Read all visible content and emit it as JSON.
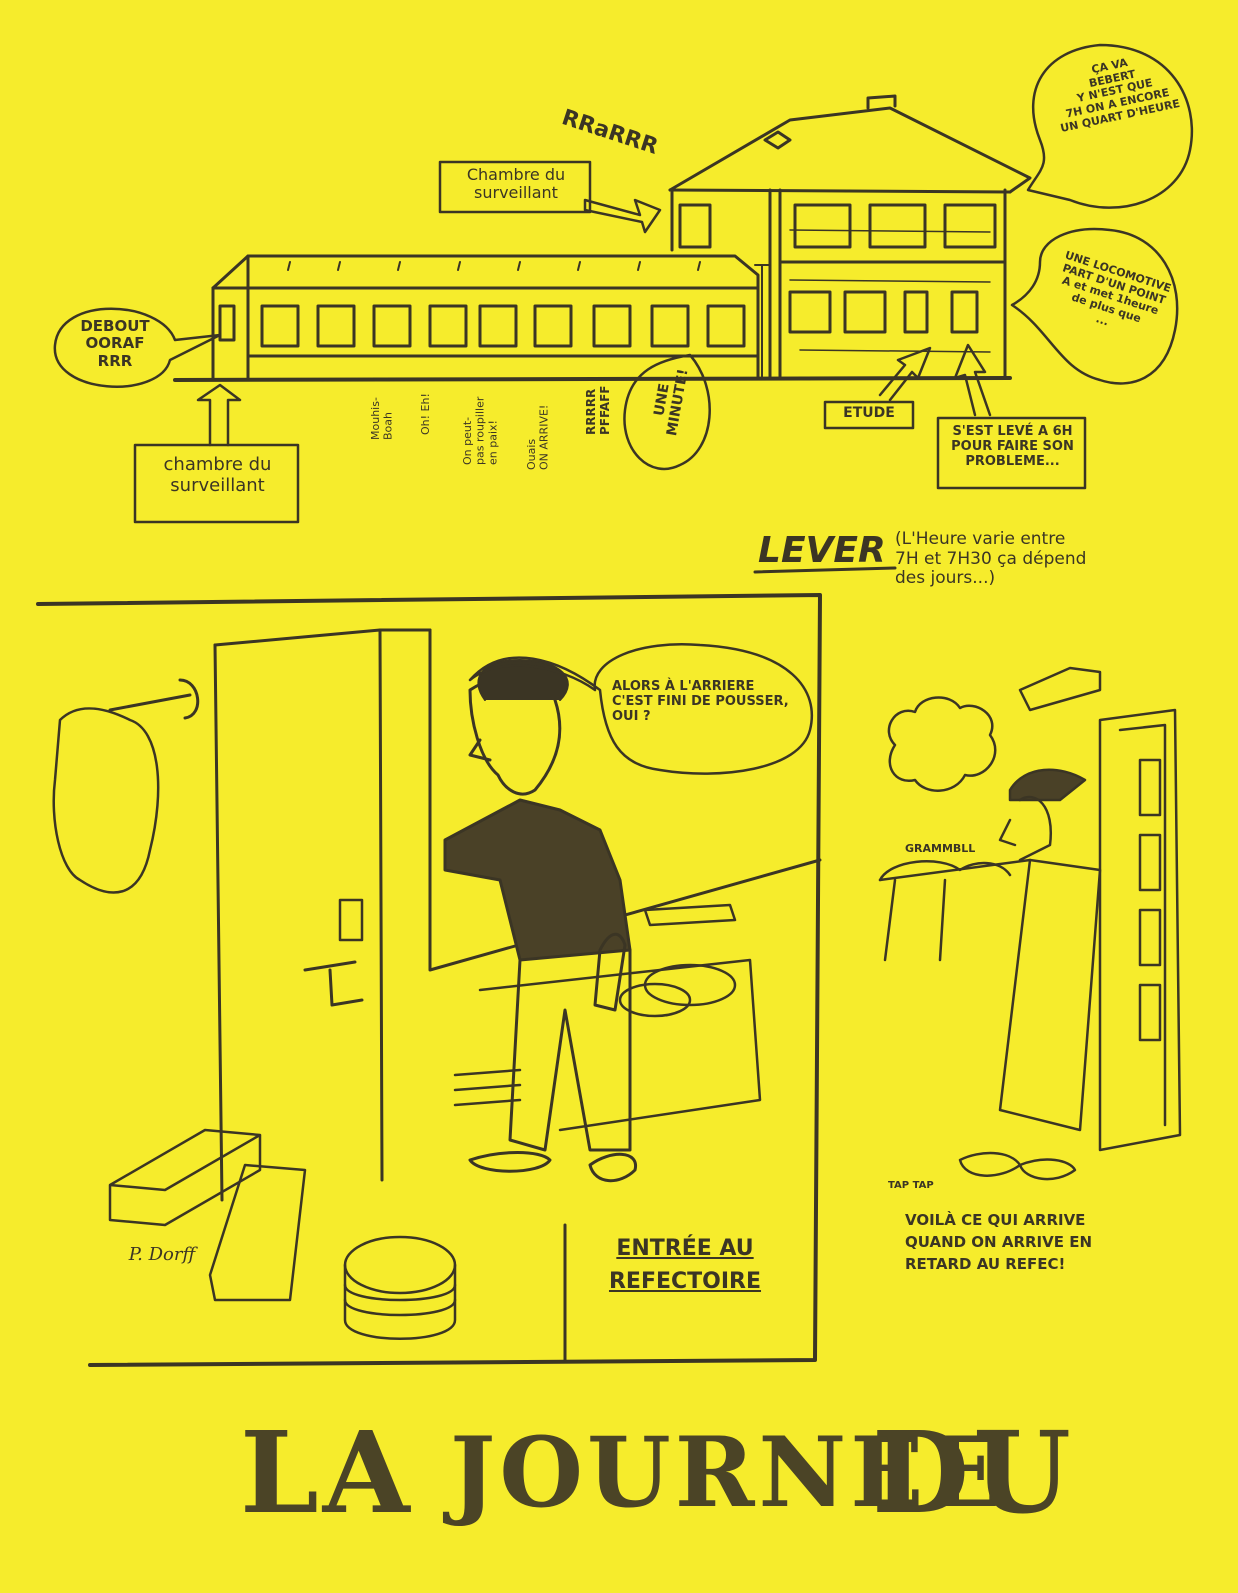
{
  "building_scene": {
    "rrrrr": "RRaRRR",
    "label_chambre_top": "Chambre du\nsurveillant",
    "label_chambre_bottom": "chambre du\nsurveillant",
    "bubble_debout": "DEBOUT\nOORAF\nRRR",
    "bubble_bebert": "ÇA VA\nBEBERT\nY N'EST QUE\n7H ON A ENCORE\nUN QUART D'HEURE",
    "bubble_locomotive": "UNE LOCOMOTIVE\nPART D'UN POINT\nA et met 1heure\nde plus que\n...",
    "vertical_texts": [
      "Mouhis-\nBoah",
      "Oh! Eh!",
      "On peut-\npas roupiller\nen paix!",
      "Ouais\nON ARRIVE!",
      "RRRRR\nPFFAFF"
    ],
    "bubble_minute": "UNE\nMINUTE!",
    "label_etude": "ETUDE",
    "label_leve": "S'EST LEVÉ A 6H\nPOUR FAIRE SON\nPROBLEME..."
  },
  "lever": {
    "heading": "LEVER",
    "note": "(L'Heure varie entre\n7H et 7H30 ça dépend\ndes jours...)"
  },
  "refectoire_scene": {
    "bubble": "ALORS À L'ARRIERE\nC'EST FINI DE POUSSER, OUI ?",
    "caption": "ENTRÉE AU\nREFECTOIRE",
    "signature": "P. Dorff"
  },
  "retard_scene": {
    "grumble": "GRAMMBLL",
    "taptap": "TAP TAP",
    "caption": "VOILÀ CE QUI ARRIVE\nQUAND ON ARRIVE EN\nRETARD AU REFEC!"
  },
  "title": {
    "word1": "LA",
    "word2": "JOURNEE",
    "word3": "DU"
  },
  "colors": {
    "paper": "#f6ec2c",
    "ink": "#3b3524"
  }
}
